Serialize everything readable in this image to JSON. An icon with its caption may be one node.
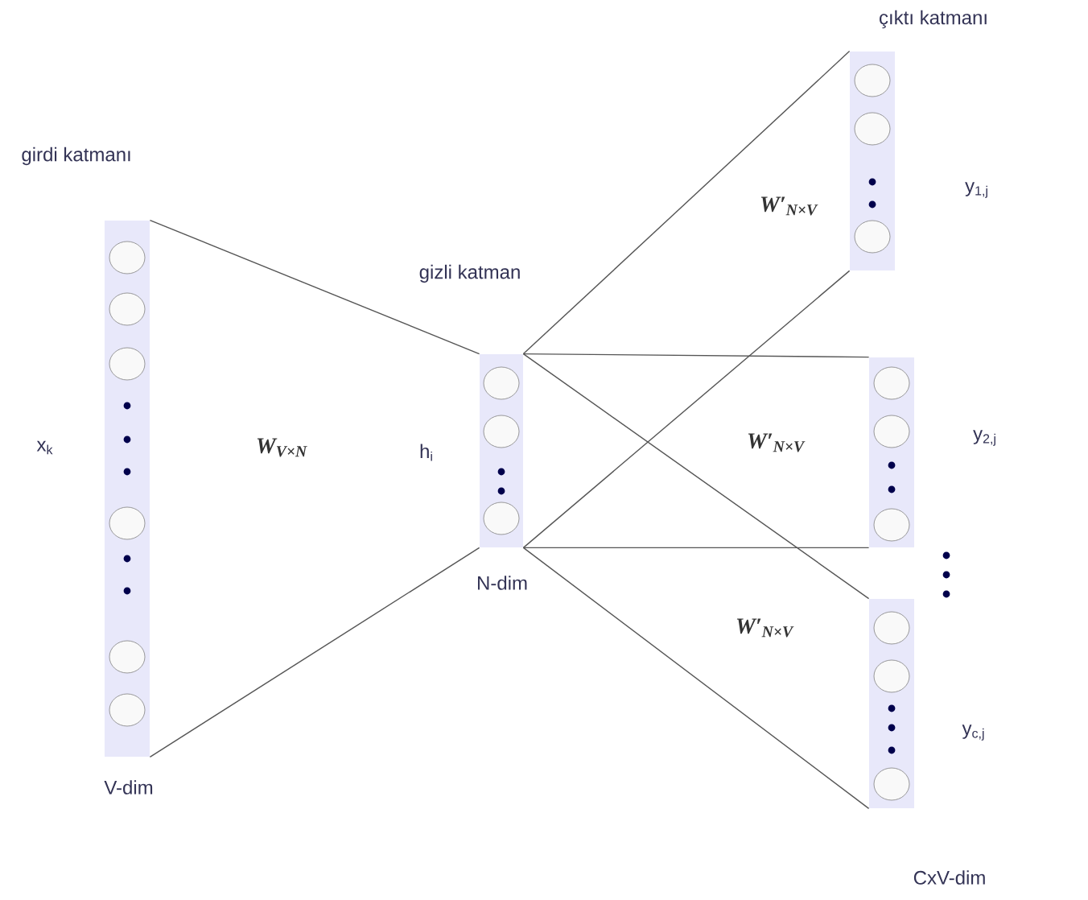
{
  "diagram": {
    "nodes": [
      {
        "text": [],
        "shape": "bar",
        "beside": [
          "girdi katmanı",
          "x$_{k}$",
          "V-dim"
        ]
      },
      {
        "text": [],
        "shape": "bar",
        "beside": [
          "gizli katman",
          "h$_{i}$",
          "N-dim"
        ]
      },
      {
        "text": [],
        "shape": "bar",
        "beside": [
          "çıktı katmanı",
          "y$_{1,j}$"
        ]
      },
      {
        "text": [],
        "shape": "bar",
        "beside": [
          "y$_{2,j}$"
        ]
      },
      {
        "text": [],
        "shape": "bar",
        "beside": [
          "y$_{c,j}$",
          "CxV-dim"
        ]
      }
    ],
    "edges": [
      {
        "from": 0,
        "to": 1,
        "arrow": "none"
      },
      {
        "from": 0,
        "to": 1,
        "arrow": "none"
      },
      {
        "from": 1,
        "to": 2,
        "arrow": "none"
      },
      {
        "from": 1,
        "to": 2,
        "arrow": "none"
      },
      {
        "from": 1,
        "to": 3,
        "arrow": "none"
      },
      {
        "from": 1,
        "to": 3,
        "arrow": "none"
      },
      {
        "from": 1,
        "to": 4,
        "arrow": "none"
      },
      {
        "from": 1,
        "to": 4,
        "arrow": "none"
      }
    ],
    "labels": [
      "W$_{V×N}$",
      "W′$_{N×V}$",
      "W′$_{N×V}$",
      "W′$_{N×V}$"
    ]
  }
}
